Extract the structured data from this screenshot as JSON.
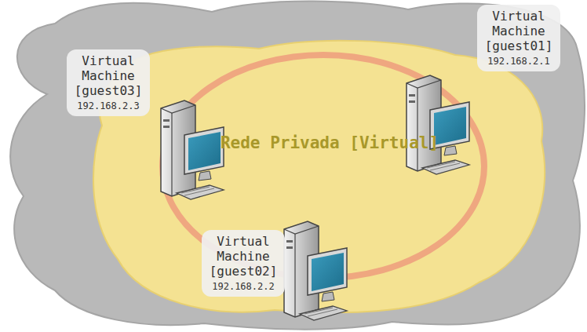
{
  "diagram": {
    "nodes": [
      {
        "text": [
          "Rede Privada [Virtual]"
        ]
      },
      {
        "text": [
          "Virtual Machine [guest01]",
          "192.168.2.1"
        ],
        "in": 0
      },
      {
        "text": [
          "Virtual Machine [guest03]",
          "192.168.2.3"
        ],
        "in": 0
      },
      {
        "text": [
          "Virtual Machine [guest02]",
          "192.168.2.2"
        ],
        "in": 0
      }
    ]
  }
}
